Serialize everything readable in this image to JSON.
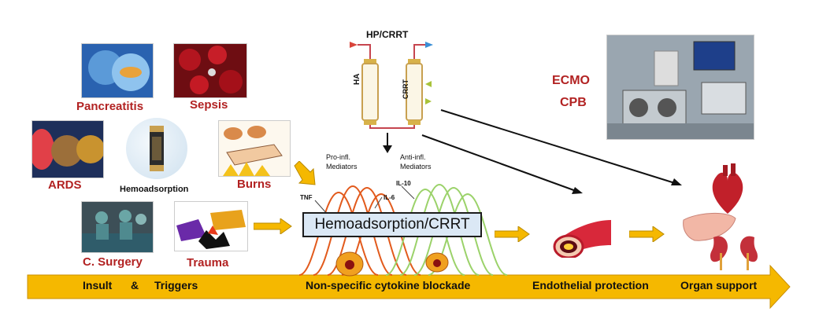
{
  "top_title": "HP/CRRT",
  "filters": {
    "left": "HA",
    "right": "CRRT"
  },
  "extracorporeal": [
    "ECMO",
    "CPB"
  ],
  "conditions": {
    "pancreatitis": "Pancreatitis",
    "sepsis": "Sepsis",
    "ards": "ARDS",
    "burns": "Burns",
    "surgery": "C. Surgery",
    "trauma": "Trauma"
  },
  "hemoadsorption_caption": "Hemoadsorption",
  "mediators": {
    "pro_line1": "Pro-infl.",
    "pro_line2": "Mediators",
    "anti_line1": "Anti-infl.",
    "anti_line2": "Mediators",
    "tnf": "TNF",
    "il6": "IL-6",
    "il10": "IL-10"
  },
  "center_box": "Hemoadsorption/CRRT",
  "bar": {
    "insult": "Insult",
    "amp": "&",
    "triggers": "Triggers",
    "blockade": "Non-specific cytokine blockade",
    "endothelial": "Endothelial protection",
    "organ": "Organ support"
  },
  "colors": {
    "arrow": "#f5b800",
    "label_red": "#b22222",
    "pro_curve": "#e25a1c",
    "anti_curve": "#9bd26a",
    "circuit": "#c6454f",
    "box_fill": "#dbe8f5"
  }
}
